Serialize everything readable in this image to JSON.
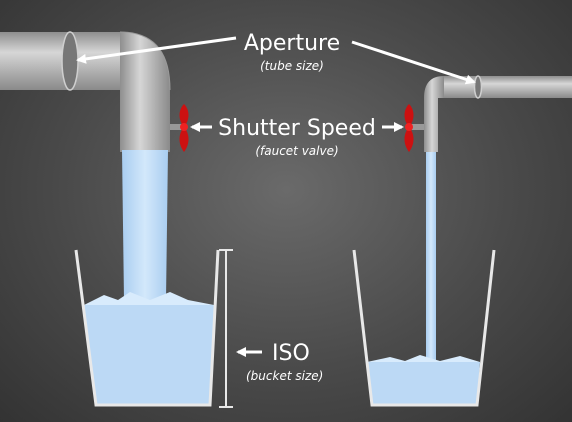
{
  "labels": {
    "aperture": "Aperture",
    "aperture_note": "(tube size)",
    "shutter": "Shutter Speed",
    "shutter_note": "(faucet valve)",
    "iso": "ISO",
    "iso_note": "(bucket size)"
  },
  "colors": {
    "background": "#4a4a4a",
    "pipe": "#b0b0b0",
    "water": "#bcd9f5",
    "valve": "#cc1111",
    "text": "#ffffff"
  }
}
